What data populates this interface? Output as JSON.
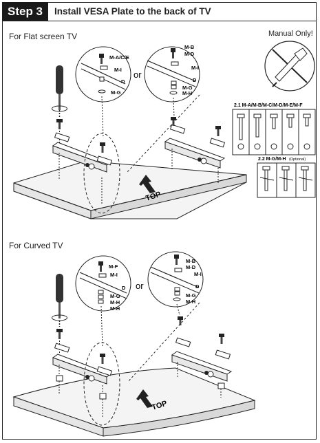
{
  "header": {
    "step_label": "Step 3",
    "title": "Install VESA Plate to the back of TV"
  },
  "flat_section": {
    "label": "For Flat screen TV",
    "callout_left": [
      "M-A/C/E",
      "M-I",
      "D",
      "M-G"
    ],
    "callout_right": [
      "M-B",
      "M-D",
      "M-I",
      "D",
      "M-G",
      "M-H"
    ],
    "or_text": "or",
    "top_text": "TOP"
  },
  "manual_only": "Manual Only!",
  "legend": {
    "row1_title": "2.1 M-A/M-B/M-C/M-D/M-E/M-F",
    "row2_title": "2.2 M-G/M-H",
    "row2_note": "(Optional)"
  },
  "curved_section": {
    "label": "For Curved TV",
    "callout_left": [
      "M-F",
      "M-I",
      "D",
      "M-G",
      "M-H",
      "M-H"
    ],
    "callout_right": [
      "M-B",
      "M-D",
      "M-I",
      "D",
      "M-G",
      "M-H"
    ],
    "or_text": "or",
    "top_text": "TOP"
  }
}
